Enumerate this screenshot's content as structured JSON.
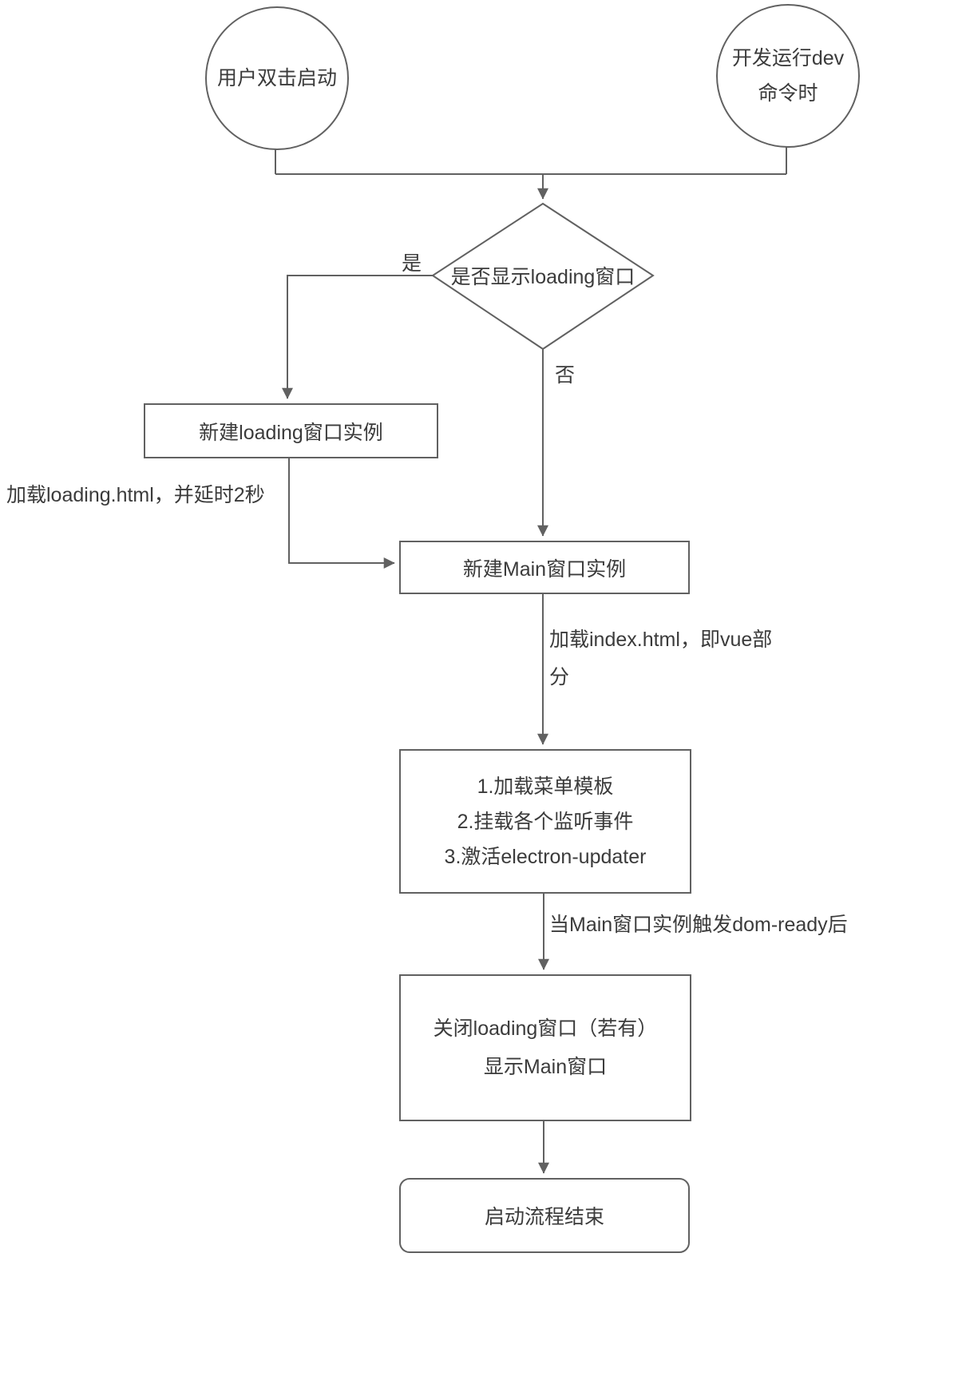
{
  "nodes": {
    "start_user": {
      "label": "用户双击启动"
    },
    "start_dev": {
      "line1": "开发运行dev",
      "line2": "命令时"
    },
    "decision": {
      "label": "是否显示loading窗口"
    },
    "create_loading": {
      "label": "新建loading窗口实例"
    },
    "create_main": {
      "label": "新建Main窗口实例"
    },
    "init_tasks": {
      "line1": "1.加载菜单模板",
      "line2": "2.挂载各个监听事件",
      "line3": "3.激活electron-updater"
    },
    "switch_windows": {
      "line1": "关闭loading窗口（若有）",
      "line2": "显示Main窗口"
    },
    "end": {
      "label": "启动流程结束"
    }
  },
  "edge_labels": {
    "yes": "是",
    "no": "否",
    "load_loading": "加载loading.html，并延时2秒",
    "load_index": "加载index.html，即vue部分",
    "dom_ready": "当Main窗口实例触发dom-ready后"
  },
  "colors": {
    "line": "#616161",
    "text": "#3b3b3b",
    "background": "#ffffff"
  }
}
